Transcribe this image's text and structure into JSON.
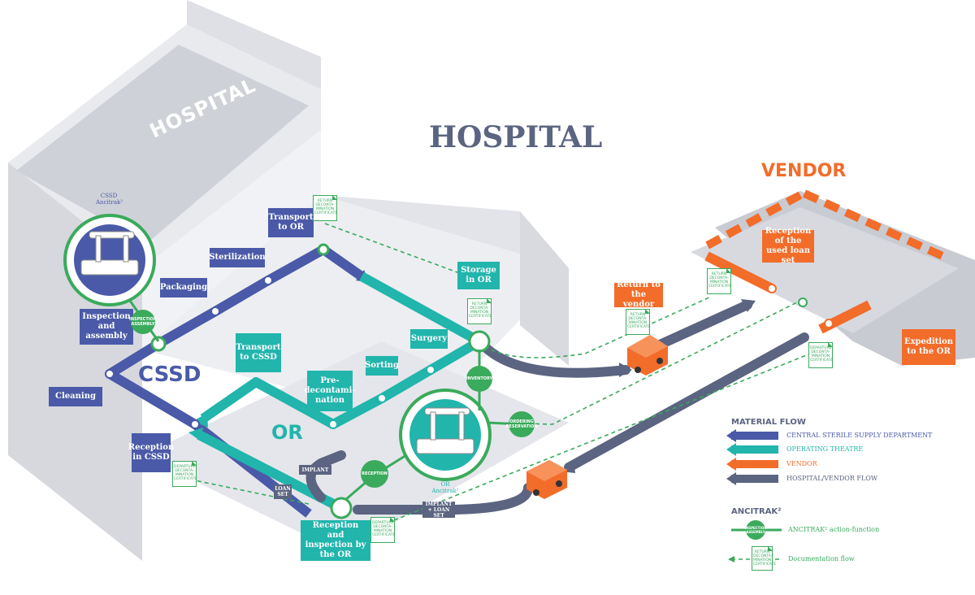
{
  "titles": {
    "hospital": "HOSPITAL",
    "vendor": "VENDOR",
    "sign": "HOSPITAL",
    "cssd_zone": "CSSD",
    "or_zone": "OR"
  },
  "stations": {
    "cleaning": "Cleaning",
    "inspection": "Inspection and assembly",
    "packaging": "Packaging",
    "sterilization": "Sterilization",
    "transport_or": "Transport to OR",
    "storage_or": "Storage in OR",
    "surgery": "Surgery",
    "sorting": "Sorting",
    "predecon": "Pre-decontami-nation",
    "transport_cssd": "Transport to CSSD",
    "reception_cssd": "Reception in CSSD",
    "reception_or": "Reception and inspection by the OR",
    "return_vendor": "Return to the vendor",
    "reception_used": "Reception of the used loan set",
    "expedition": "Expedition to the OR"
  },
  "tags": {
    "implant": "IMPLANT",
    "loan_set": "LOAN SET",
    "implant_loan": "IMPLANT + LOAN SET"
  },
  "nodes": {
    "inspection_assembly": "INSPECTION ASSEMBLY",
    "inventory": "INVENTORY",
    "ordering": "ORDERING RESERVATION",
    "reception": "RECEPTION"
  },
  "docs": {
    "return": "RETURN DECONTA-MINATION CERTIFICATE",
    "departure": "DEPARTURE DECONTA-MINATION CERTIFICATE",
    "legend_doc": "RETURN DECONTA-MINATION CERTIFICATE"
  },
  "scanners": {
    "cssd": "CSSD Ancitrak²",
    "or": "OR Ancitrak²"
  },
  "legend": {
    "material_flow": "MATERIAL FLOW",
    "cssd": "CENTRAL STERILE SUPPLY DEPARTMENT",
    "or": "OPERATING THEATRE",
    "vendor": "VENDOR",
    "hv_flow": "HOSPITAL/VENDOR FLOW",
    "ancitrak": "ANCITRAK²",
    "action": "ANCITRAK² action-function",
    "doc_flow": "Documentation flow",
    "node_label": "INSPECTION ASSEMBLY"
  },
  "colors": {
    "cssd": "#4a5aa8",
    "or": "#21b5ac",
    "vendor": "#f26c2a",
    "flow": "#5b6480",
    "anc": "#3aaa5c"
  }
}
